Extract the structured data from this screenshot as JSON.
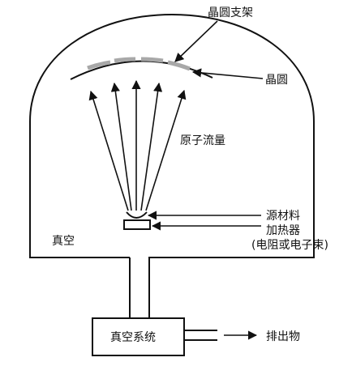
{
  "labels": {
    "wafer_holder": "晶圆支架",
    "wafer": "晶圆",
    "atom_flux": "原子流量",
    "source_material": "源材料",
    "heater": "加热器",
    "heater_note": "(电阻或电子束)",
    "vacuum": "真空",
    "vacuum_system": "真空系统",
    "exhaust": "排出物"
  },
  "colors": {
    "line": "#111111",
    "wafer": "#a8a8a8",
    "background": "#ffffff"
  }
}
